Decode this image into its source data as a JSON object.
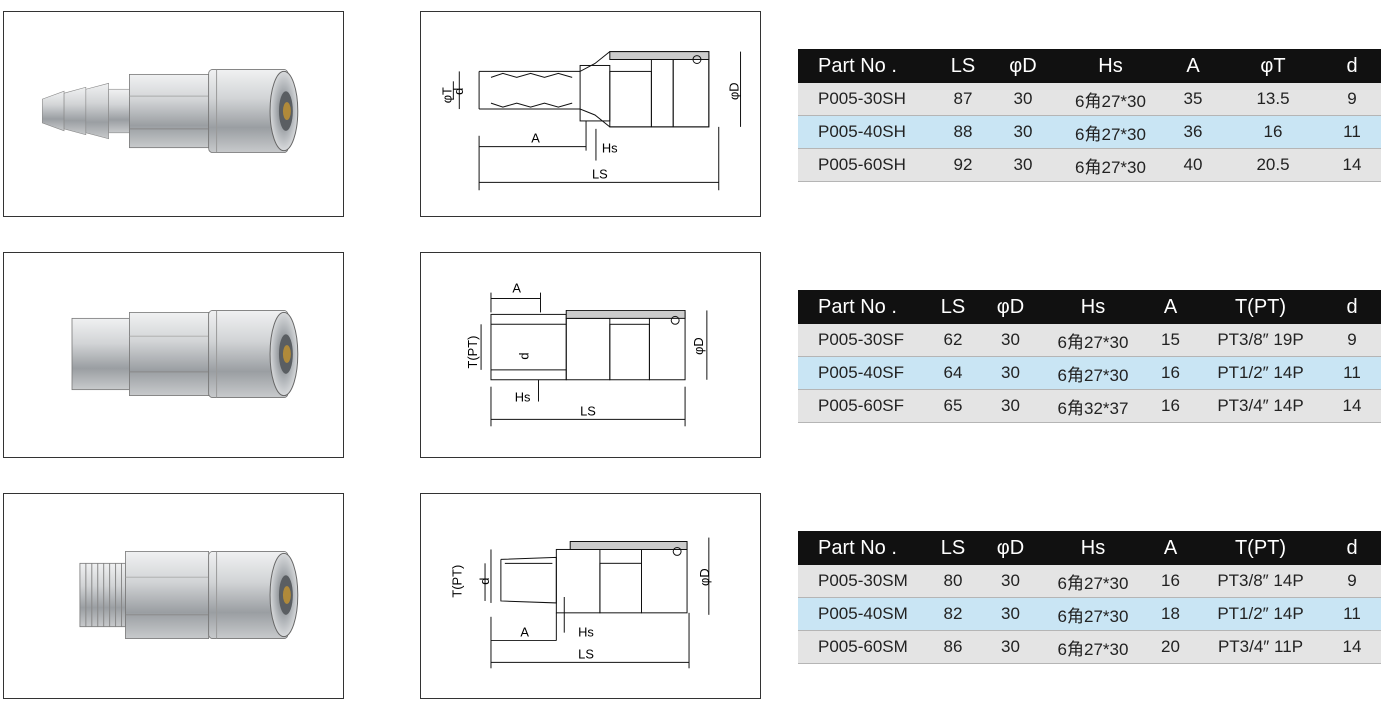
{
  "products": [
    {
      "diagram_labels": {
        "phi_t": "φT",
        "d": "d",
        "phi_d": "φD",
        "a": "A",
        "hs": "Hs",
        "ls": "LS"
      },
      "table": {
        "headers": [
          "Part No .",
          "LS",
          "φD",
          "Hs",
          "A",
          "φT",
          "d"
        ],
        "rows": [
          [
            "P005-30SH",
            "87",
            "30",
            "6角27*30",
            "35",
            "13.5",
            "9"
          ],
          [
            "P005-40SH",
            "88",
            "30",
            "6角27*30",
            "36",
            "16",
            "11"
          ],
          [
            "P005-60SH",
            "92",
            "30",
            "6角27*30",
            "40",
            "20.5",
            "14"
          ]
        ]
      }
    },
    {
      "diagram_labels": {
        "t_pt": "T(PT)",
        "d": "d",
        "phi_d": "φD",
        "a": "A",
        "hs": "Hs",
        "ls": "LS"
      },
      "table": {
        "headers": [
          "Part No .",
          "LS",
          "φD",
          "Hs",
          "A",
          "T(PT)",
          "d"
        ],
        "rows": [
          [
            "P005-30SF",
            "62",
            "30",
            "6角27*30",
            "15",
            "PT3/8″ 19P",
            "9"
          ],
          [
            "P005-40SF",
            "64",
            "30",
            "6角27*30",
            "16",
            "PT1/2″ 14P",
            "11"
          ],
          [
            "P005-60SF",
            "65",
            "30",
            "6角32*37",
            "16",
            "PT3/4″ 14P",
            "14"
          ]
        ]
      }
    },
    {
      "diagram_labels": {
        "t_pt": "T(PT)",
        "d": "d",
        "phi_d": "φD",
        "a": "A",
        "hs": "Hs",
        "ls": "LS"
      },
      "table": {
        "headers": [
          "Part No .",
          "LS",
          "φD",
          "Hs",
          "A",
          "T(PT)",
          "d"
        ],
        "rows": [
          [
            "P005-30SM",
            "80",
            "30",
            "6角27*30",
            "16",
            "PT3/8″ 14P",
            "9"
          ],
          [
            "P005-40SM",
            "82",
            "30",
            "6角27*30",
            "18",
            "PT1/2″ 14P",
            "11"
          ],
          [
            "P005-60SM",
            "86",
            "30",
            "6角27*30",
            "20",
            "PT3/4″ 11P",
            "14"
          ]
        ]
      }
    }
  ],
  "colors": {
    "header_bg": "#111111",
    "row_gray": "#e4e4e4",
    "row_blue": "#c9e5f4",
    "metal_light": "#dcdee0",
    "metal_dark": "#8a8e92",
    "brass": "#b08a3a"
  }
}
